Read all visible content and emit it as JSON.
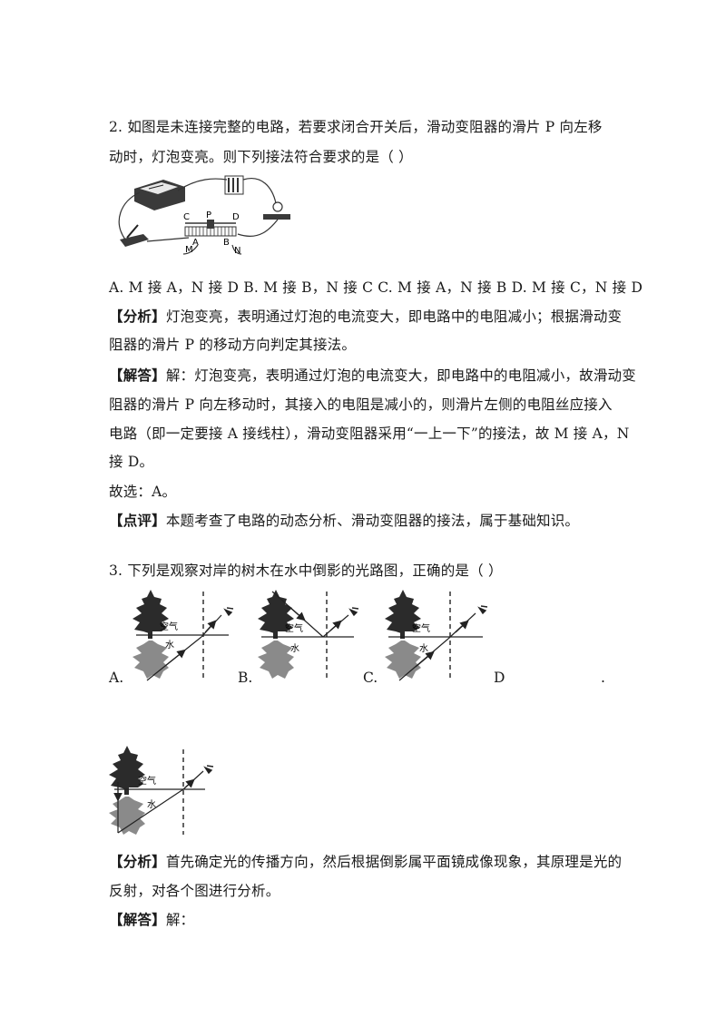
{
  "q2": {
    "stem_line1": "2.   如图是未连接完整的电路，若要求闭合开关后，滑动变阻器的滑片 P 向左移",
    "stem_line2": "动时，灯泡变亮。则下列接法符合要求的是（        ）",
    "circuit_labels": {
      "C": "C",
      "P": "P",
      "D": "D",
      "A": "A",
      "B": "B",
      "M": "M",
      "N": "N"
    },
    "options": "A.  M 接 A，N 接 D  B.  M 接 B，N 接 C  C.  M 接 A，N 接 B  D.  M 接 C，N 接 D",
    "analysis_tag": "【分析】",
    "analysis_l1": "灯泡变亮，表明通过灯泡的电流变大，即电路中的电阻减小；根据滑动变",
    "analysis_l2": "阻器的滑片 P 的移动方向判定其接法。",
    "answer_tag": "【解答】",
    "answer_l1": "解：灯泡变亮，表明通过灯泡的电流变大，即电路中的电阻减小，故滑动变",
    "answer_l2": "阻器的滑片 P 向左移动时，其接入的电阻是减小的，则滑片左侧的电阻丝应接入",
    "answer_l3": "电路（即一定要接 A 接线柱），滑动变阻器采用“一上一下”的接法，故 M 接 A，N",
    "answer_l4": "接 D。",
    "choice": "故选：A。",
    "comment_tag": "【点评】",
    "comment": "本题考查了电路的动态分析、滑动变阻器的接法，属于基础知识。"
  },
  "q3": {
    "stem": "3.   下列是观察对岸的树木在水中倒影的光路图，正确的是（        ）",
    "air_label": "空气",
    "water_label": "水",
    "opt_a": "A.",
    "opt_b": "B.",
    "opt_c": "C.",
    "opt_d": "D",
    "opt_end": ".",
    "analysis_tag": "【分析】",
    "analysis_l1": "首先确定光的传播方向，然后根据倒影属平面镜成像现象，其原理是光的",
    "analysis_l2": "反射，对各个图进行分析。",
    "answer_tag": "【解答】",
    "answer": "解："
  }
}
